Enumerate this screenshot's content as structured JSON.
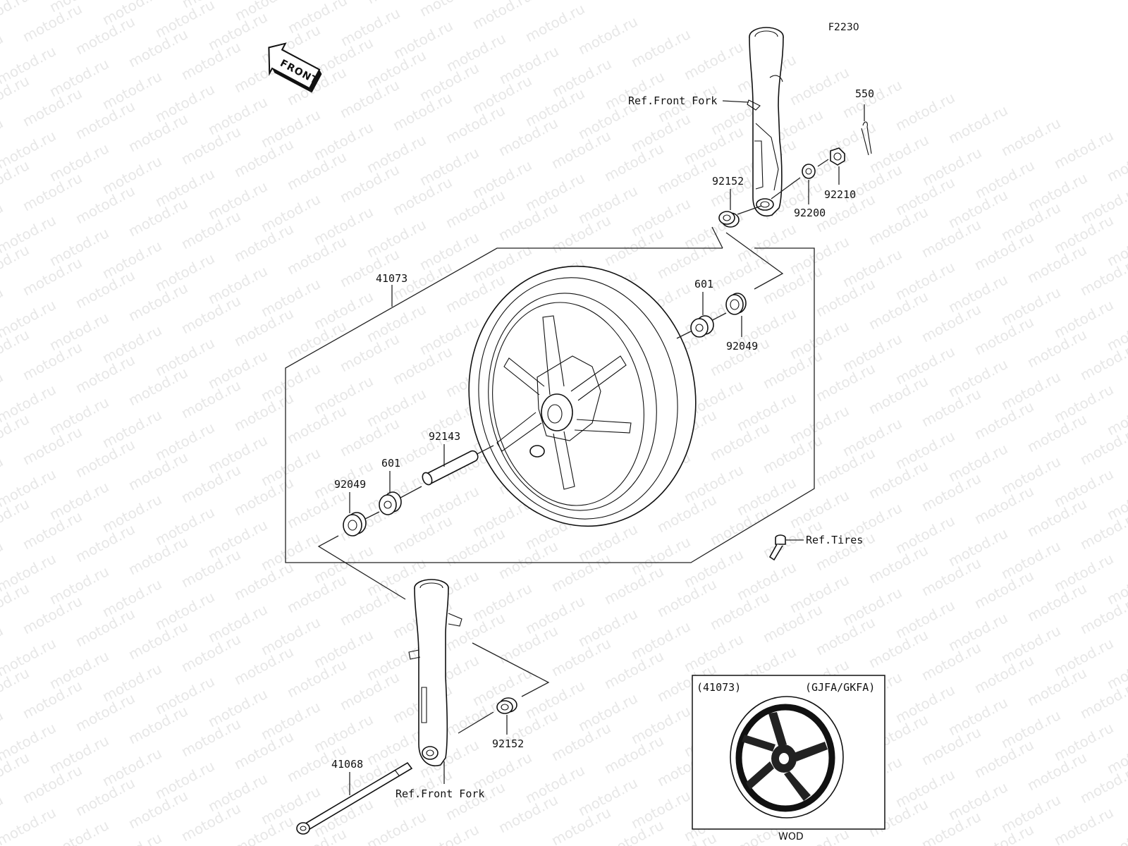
{
  "watermark": "motod.ru",
  "diagram_code": "F2230",
  "front_arrow": "FRONT",
  "labels": {
    "ref_front_fork_top": "Ref.Front Fork",
    "ref_front_fork_bottom": "Ref.Front Fork",
    "ref_tires": "Ref.Tires",
    "p550": "550",
    "p92152_top": "92152",
    "p92210": "92210",
    "p92200": "92200",
    "p41073": "41073",
    "p601_right": "601",
    "p92049_right": "92049",
    "p92143": "92143",
    "p601_left": "601",
    "p92049_left": "92049",
    "p92152_bottom": "92152",
    "p41068": "41068"
  },
  "inset": {
    "part": "(41073)",
    "models": "(GJFA/GKFA)",
    "caption": "WOD"
  }
}
